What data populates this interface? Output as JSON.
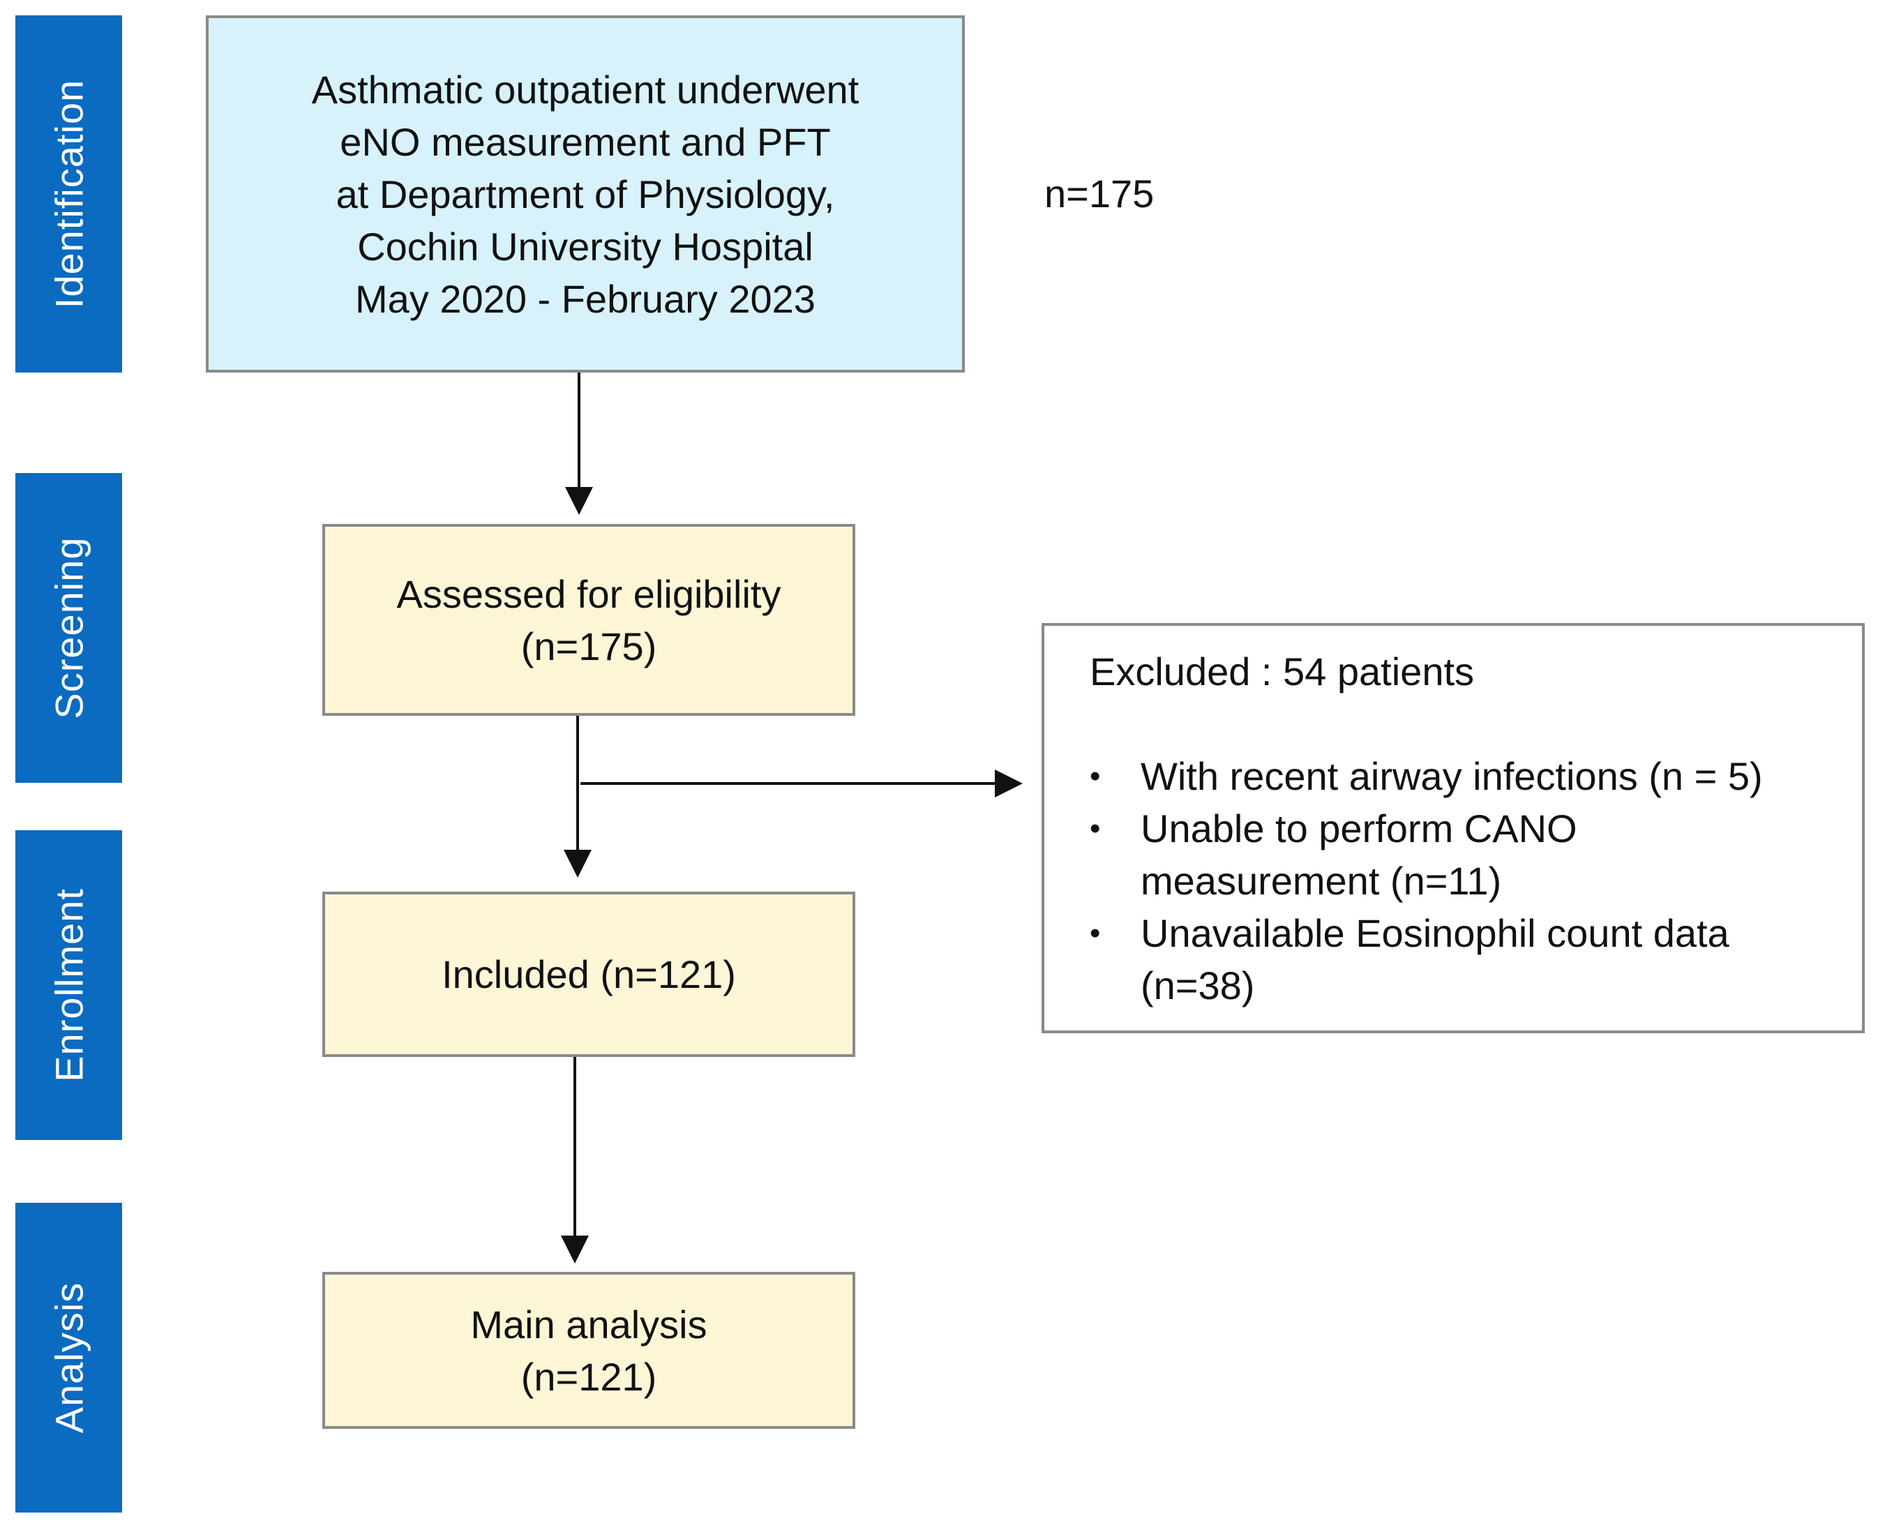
{
  "phases": [
    {
      "label": "Identification"
    },
    {
      "label": "Screening"
    },
    {
      "label": "Enrollment"
    },
    {
      "label": "Analysis"
    }
  ],
  "identification_box": {
    "lines": [
      "Asthmatic outpatient underwent",
      "eNO measurement and PFT",
      "at Department of Physiology,",
      "Cochin University Hospital",
      "May 2020 - February 2023"
    ],
    "count": "n=175"
  },
  "screening_box": {
    "lines": [
      "Assessed for eligibility",
      "(n=175)"
    ]
  },
  "included_box": {
    "lines": [
      "Included (n=121)"
    ]
  },
  "analysis_box": {
    "lines": [
      "Main analysis",
      "(n=121)"
    ]
  },
  "excluded_box": {
    "title": "Excluded : 54 patients",
    "items": [
      {
        "lines": [
          "With recent airway infections (n = 5)"
        ]
      },
      {
        "lines": [
          "Unable to perform CANO",
          "measurement (n=11)"
        ]
      },
      {
        "lines": [
          "Unavailable Eosinophil count data",
          "(n=38)"
        ]
      }
    ]
  },
  "colors": {
    "phase_bar": "#0a6bc1",
    "identification_fill": "#d7f2fb",
    "step_fill": "#fdf6d6",
    "border": "#8a8a8a"
  }
}
